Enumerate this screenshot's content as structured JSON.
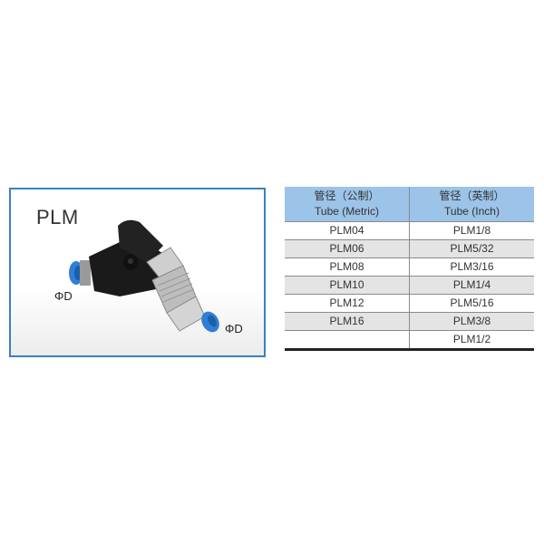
{
  "product": {
    "name": "PLM",
    "port_label_left": "ΦD",
    "port_label_right": "ΦD",
    "image_description": "black elbow push-in fitting with blue release collars and nickel-plated bulkhead thread",
    "colors": {
      "frame_border": "#3b7fc4",
      "collar_blue": "#2f7fd6",
      "body_black": "#1a1a1a",
      "metal": "#c9c9c9"
    }
  },
  "table": {
    "headers": [
      {
        "cn": "管径（公制）",
        "en": "Tube (Metric)"
      },
      {
        "cn": "管径（英制）",
        "en": "Tube (Inch)"
      }
    ],
    "rows": [
      {
        "metric": "PLM04",
        "inch": "PLM1/8"
      },
      {
        "metric": "PLM06",
        "inch": "PLM5/32"
      },
      {
        "metric": "PLM08",
        "inch": "PLM3/16"
      },
      {
        "metric": "PLM10",
        "inch": "PLM1/4"
      },
      {
        "metric": "PLM12",
        "inch": "PLM5/16"
      },
      {
        "metric": "PLM16",
        "inch": "PLM3/8"
      },
      {
        "metric": "",
        "inch": "PLM1/2"
      }
    ],
    "colors": {
      "header_bg": "#9cc3e8",
      "shaded_row_bg": "#e4e4e4"
    }
  }
}
